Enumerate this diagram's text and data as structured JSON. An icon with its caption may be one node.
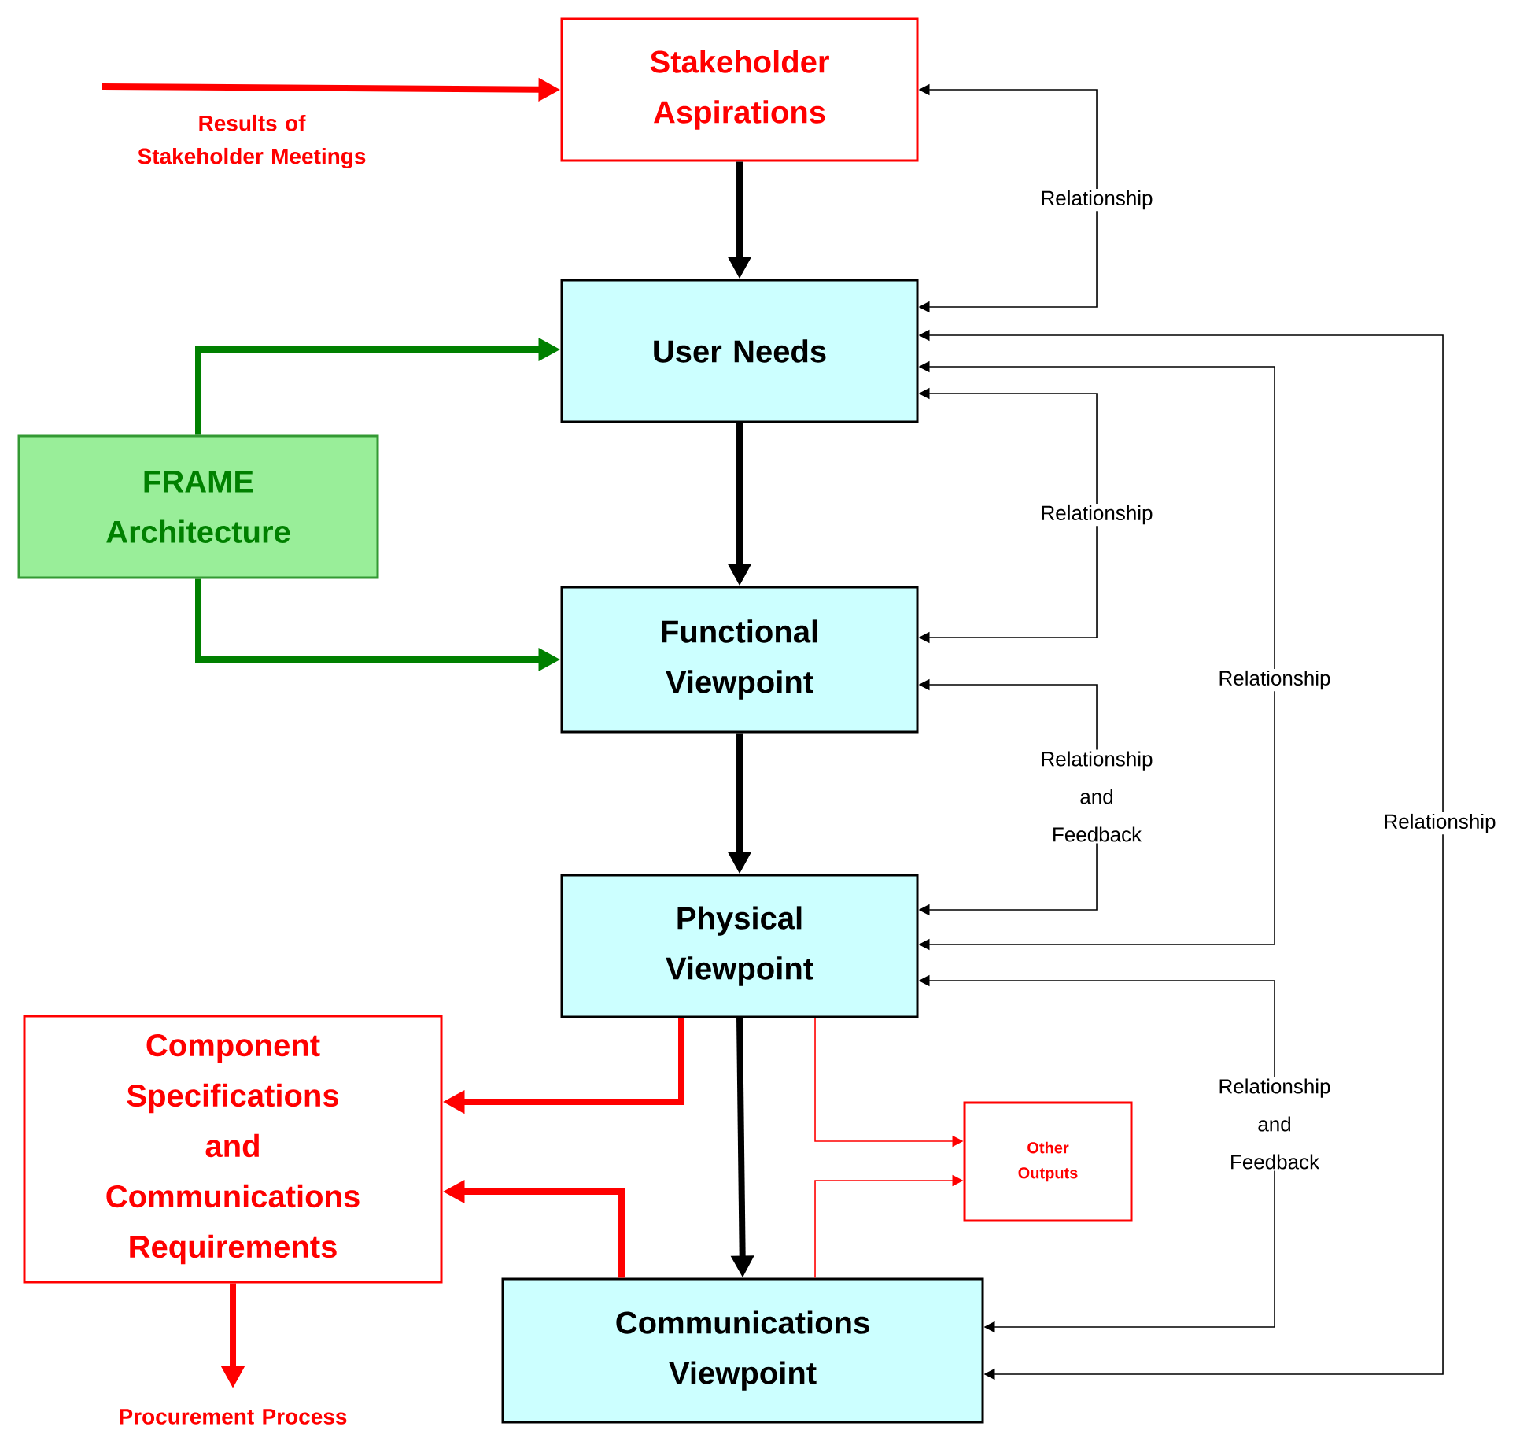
{
  "diagram": {
    "nodes": [
      {
        "text": [
          "Stakeholder Aspirations"
        ]
      },
      {
        "text": [
          "User Needs"
        ]
      },
      {
        "text": [
          "FRAME Architecture"
        ]
      },
      {
        "text": [
          "Functional Viewpoint"
        ]
      },
      {
        "text": [
          "Physical Viewpoint"
        ]
      },
      {
        "text": [
          "Component Specifications and Communications Requirements"
        ]
      },
      {
        "text": [
          "Other Outputs"
        ]
      },
      {
        "text": [
          "Communications Viewpoint"
        ]
      }
    ],
    "edges": [
      {
        "from": null,
        "to": 0,
        "arrow": "to",
        "label": "Results of Stakeholder Meetings",
        "color": "#ff0000"
      },
      {
        "from": 0,
        "to": 1,
        "arrow": "to"
      },
      {
        "from": 1,
        "to": 3,
        "arrow": "to"
      },
      {
        "from": 3,
        "to": 4,
        "arrow": "to"
      },
      {
        "from": 4,
        "to": 7,
        "arrow": "to"
      },
      {
        "from": 2,
        "to": 1,
        "arrow": "to",
        "color": "#008000"
      },
      {
        "from": 2,
        "to": 3,
        "arrow": "to",
        "color": "#008000"
      },
      {
        "from": 4,
        "to": 5,
        "arrow": "to",
        "color": "#ff0000"
      },
      {
        "from": 7,
        "to": 5,
        "arrow": "to",
        "color": "#ff0000"
      },
      {
        "from": 5,
        "to": null,
        "arrow": "to",
        "label": "Procurement Process",
        "color": "#ff0000"
      },
      {
        "from": 4,
        "to": 6,
        "arrow": "to",
        "color": "#ff0000"
      },
      {
        "from": 7,
        "to": 6,
        "arrow": "to",
        "color": "#ff0000"
      },
      {
        "from": 0,
        "to": 1,
        "arrow": "both",
        "label": "Relationship"
      },
      {
        "from": 1,
        "to": 3,
        "arrow": "both",
        "label": "Relationship"
      },
      {
        "from": 3,
        "to": 4,
        "arrow": "both",
        "label": "Relationship and Feedback"
      },
      {
        "from": 1,
        "to": 4,
        "arrow": "both",
        "label": "Relationship"
      },
      {
        "from": 4,
        "to": 7,
        "arrow": "both",
        "label": "Relationship and Feedback"
      },
      {
        "from": 1,
        "to": 7,
        "arrow": "both",
        "label": "Relationship"
      }
    ]
  }
}
